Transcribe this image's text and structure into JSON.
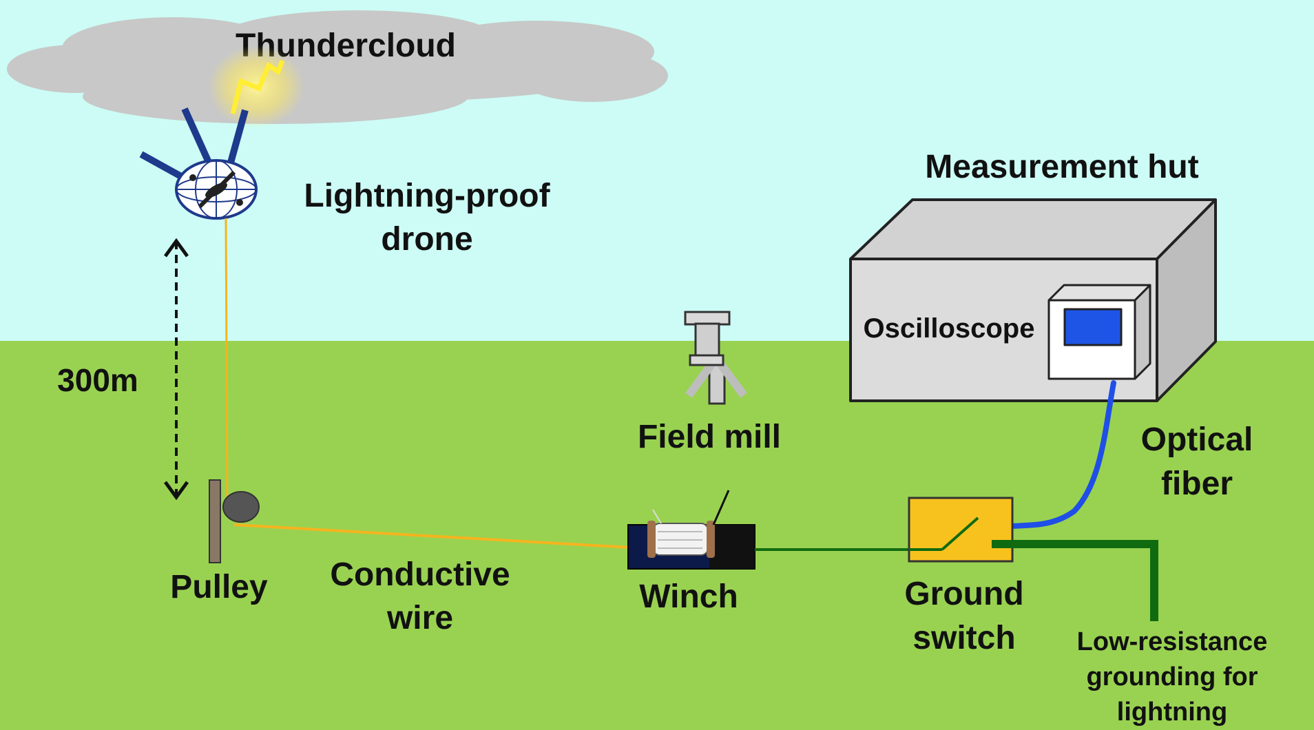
{
  "labels": {
    "thundercloud": "Thundercloud",
    "drone": [
      "Lightning-proof",
      "drone"
    ],
    "altitude": "300m",
    "pulley": "Pulley",
    "conductive_wire": [
      "Conductive",
      "wire"
    ],
    "winch": "Winch",
    "field_mill": "Field mill",
    "measurement_hut": "Measurement hut",
    "oscilloscope": "Oscilloscope",
    "optical_fiber": [
      "Optical",
      "fiber"
    ],
    "ground_switch": [
      "Ground",
      "switch"
    ],
    "grounding": [
      "Low-resistance",
      "grounding for",
      "lightning"
    ]
  },
  "colors": {
    "sky": "#ccfcf5",
    "ground": "#99d251",
    "cloud": "#c8c8c8",
    "lightning": "#ffee33",
    "conductive_wire": "#f5b41e",
    "optical_fiber": "#1f4fe6",
    "ground_line": "#106b10",
    "switch_box": "#f7c21e",
    "hut_front": "#dcdcdc",
    "hut_top": "#d2d2d2",
    "hut_side": "#bdbdbd",
    "oscilloscope_screen": "#1f55e6",
    "drone_frame": "#1e3a8c",
    "pulley": "#8a7866",
    "text": "#111111"
  }
}
